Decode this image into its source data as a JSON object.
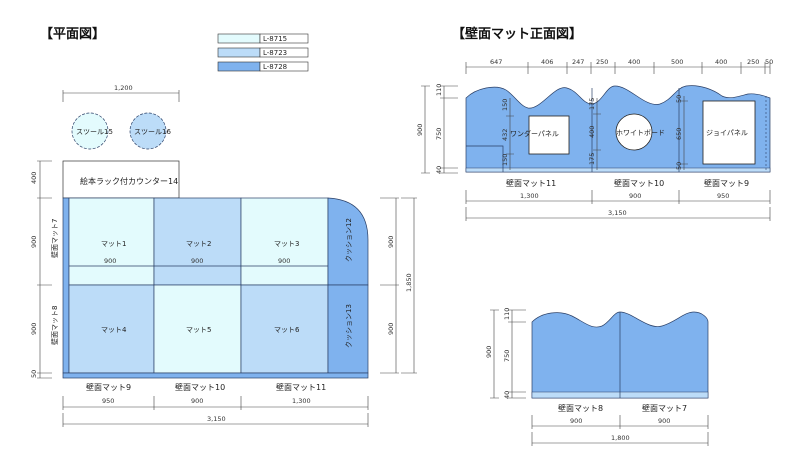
{
  "titles": {
    "plan": "【平面図】",
    "wall_front": "【壁面マット正面図】"
  },
  "legend": [
    {
      "code": "L-8715",
      "color": "#e3fbfd"
    },
    {
      "code": "L-8723",
      "color": "#bcdcf8"
    },
    {
      "code": "L-8728",
      "color": "#7fb2ee"
    }
  ],
  "plan": {
    "stools": [
      "スツール15",
      "スツール16"
    ],
    "stool_span": "1,200",
    "counter": "絵本ラック付カウンター14",
    "mats": [
      {
        "label": "マット1",
        "width": "900"
      },
      {
        "label": "マット2",
        "width": "900"
      },
      {
        "label": "マット3",
        "width": "900"
      },
      {
        "label": "マット4"
      },
      {
        "label": "マット5"
      },
      {
        "label": "マット6"
      }
    ],
    "cushions": [
      "クッション12",
      "クッション13"
    ],
    "left_walls": [
      "壁面マット7",
      "壁面マット8"
    ],
    "bottom_walls": [
      {
        "label": "壁面マット9",
        "width": "950"
      },
      {
        "label": "壁面マット10",
        "width": "900"
      },
      {
        "label": "壁面マット11",
        "width": "1,300"
      }
    ],
    "total": "3,150",
    "left_dims": [
      "400",
      "900",
      "900",
      "50"
    ],
    "right_dims": [
      "900",
      "900"
    ],
    "right_total": "1,850"
  },
  "front_top": {
    "top_dims": [
      "647",
      "406",
      "247",
      "250",
      "400",
      "500",
      "400",
      "250",
      "50"
    ],
    "height_dims": [
      "110",
      "750",
      "40"
    ],
    "height_total": "900",
    "inner_dims": [
      "150",
      "432",
      "150"
    ],
    "hole_dims": [
      "175",
      "400",
      "175"
    ],
    "right_inner_dims": [
      "50",
      "650",
      "50"
    ],
    "panels": [
      "ワンダーパネル",
      "ホワイトボード",
      "ジョイパネル"
    ],
    "mats": [
      {
        "label": "壁面マット11",
        "width": "1,300"
      },
      {
        "label": "壁面マット10",
        "width": "900"
      },
      {
        "label": "壁面マット9",
        "width": "950"
      }
    ],
    "total": "3,150"
  },
  "front_bottom": {
    "height_dims": [
      "110",
      "750",
      "40"
    ],
    "height_total": "900",
    "mats": [
      {
        "label": "壁面マット8",
        "width": "900"
      },
      {
        "label": "壁面マット7",
        "width": "900"
      }
    ],
    "total": "1,800"
  }
}
